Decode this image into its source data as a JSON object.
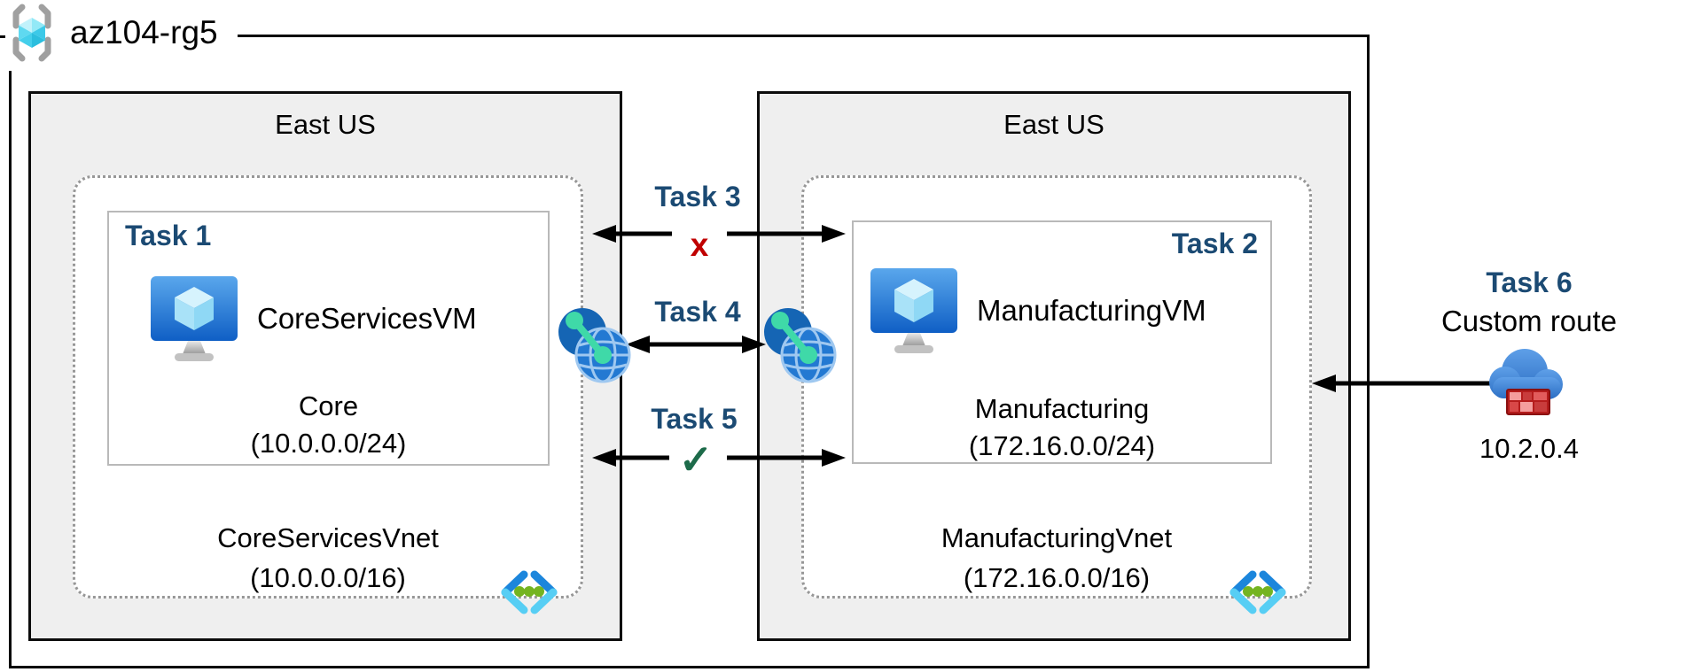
{
  "resource_group": {
    "label": "az104-rg5",
    "icon": "resource-group-icon"
  },
  "regions": [
    {
      "title": "East US",
      "vnet": {
        "name": "CoreServicesVnet",
        "cidr": "(10.0.0.0/16)",
        "icon": "virtual-network-icon"
      },
      "subnet": {
        "task_label": "Task 1",
        "vm_name": "CoreServicesVM",
        "vm_icon": "virtual-machine-icon",
        "name": "Core",
        "cidr": "(10.0.0.0/24)"
      }
    },
    {
      "title": "East US",
      "vnet": {
        "name": "ManufacturingVnet",
        "cidr": "(172.16.0.0/16)",
        "icon": "virtual-network-icon"
      },
      "subnet": {
        "task_label": "Task 2",
        "vm_name": "ManufacturingVM",
        "vm_icon": "virtual-machine-icon",
        "name": "Manufacturing",
        "cidr": "(172.16.0.0/24)"
      }
    }
  ],
  "connections": [
    {
      "label": "Task 3",
      "marker": "x",
      "marker_meaning": "blocked",
      "arrow": "double-headed"
    },
    {
      "label": "Task 4",
      "marker": "",
      "arrow": "double-headed",
      "endpoints": "vnet-peering-icons"
    },
    {
      "label": "Task 5",
      "marker": "✓",
      "marker_meaning": "allowed",
      "arrow": "double-headed"
    }
  ],
  "custom_route": {
    "task_label": "Task 6",
    "title": "Custom route",
    "ip": "10.2.0.4",
    "icon": "cloud-firewall-icon",
    "arrow": "points-left-into-region"
  },
  "icons": {
    "resource_group": "gray-brackets-cyan-cube",
    "virtual_machine": "blue-monitor-with-cube",
    "virtual_network": "blue-cyan-chevrons-green-dots",
    "peering": "dark-circle-globe-teal-link",
    "custom_route": "blue-cloud-red-brick-wall"
  },
  "colors": {
    "task_label": "#1b4a73",
    "cross": "#c00000",
    "check": "#1d6b4a",
    "region_fill": "#efefef",
    "arrow": "#000000",
    "azure_blue": "#1c86dc",
    "vnet_cyan": "#57cef4",
    "dot_green": "#74b421",
    "peer_teal": "#3fd9a8",
    "cloud_blue": "#4a90dc",
    "firewall_red": "#b51c1c",
    "rg_cube_cyan": "#3cc9e8"
  }
}
